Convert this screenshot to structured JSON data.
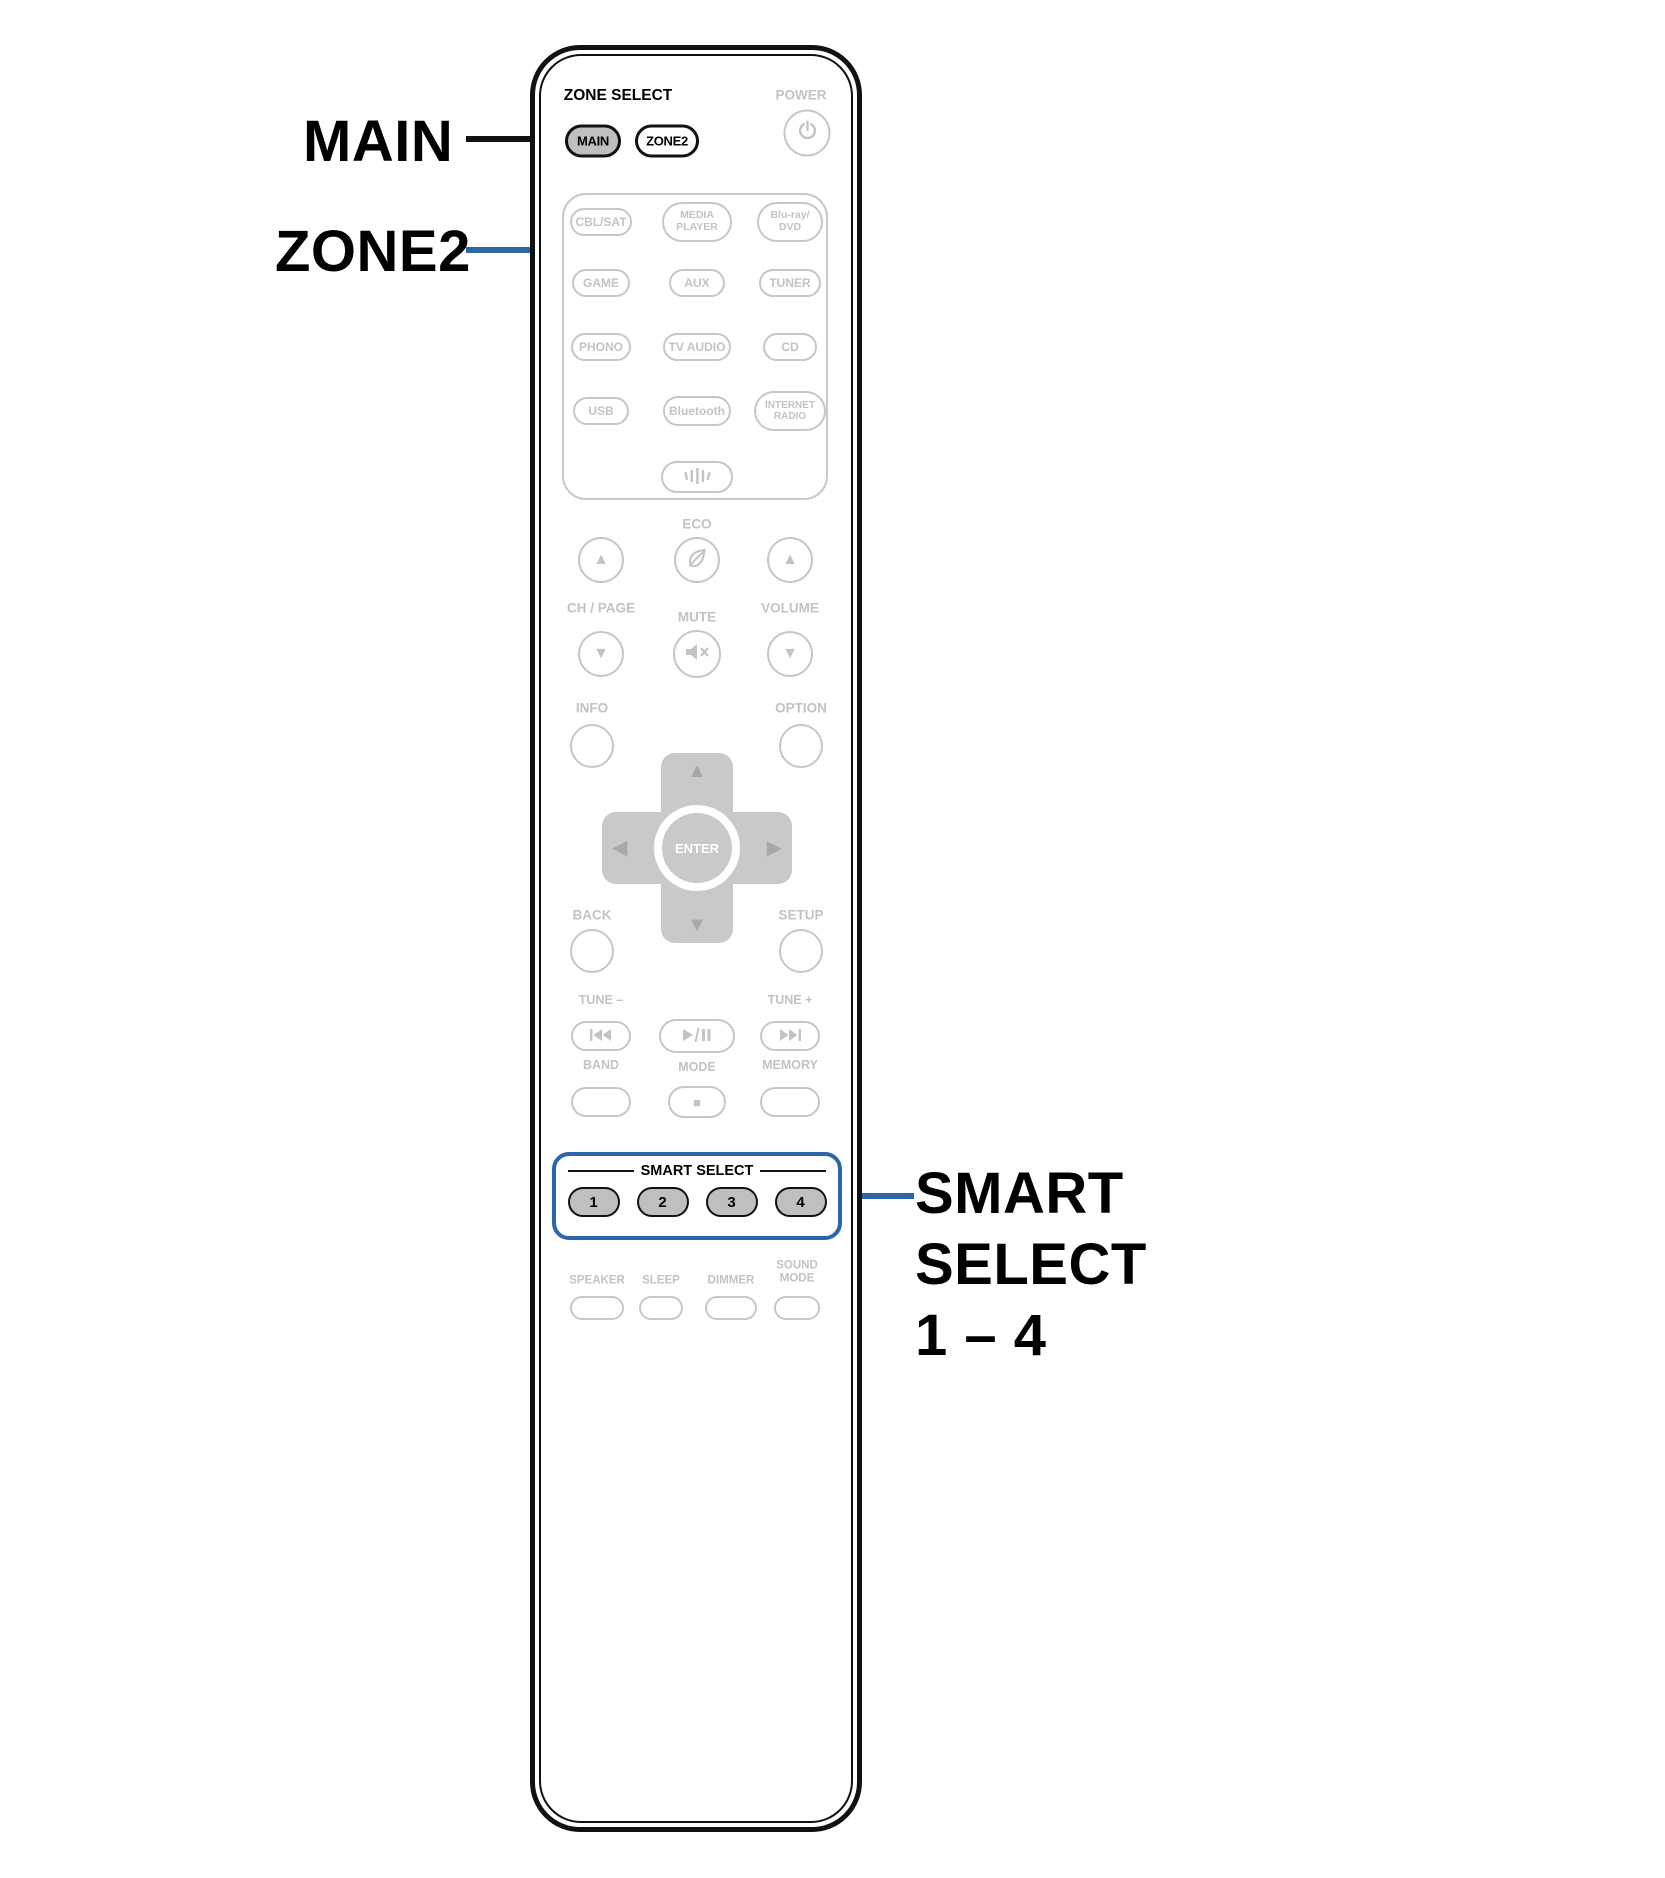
{
  "colors": {
    "accent_blue": "#2C65AA",
    "inactive_gray": "#C5C5C5",
    "highlight_black": "#000000"
  },
  "callouts": {
    "main_label": "MAIN",
    "zone2_label": "ZONE2",
    "smart_select_label": "SMART\nSELECT\n1 – 4"
  },
  "remote": {
    "zone_select_label": "ZONE SELECT",
    "power_label": "POWER",
    "main_button": "MAIN",
    "zone2_button": "ZONE2",
    "sources": [
      "CBL/SAT",
      "MEDIA\nPLAYER",
      "Blu-ray/\nDVD",
      "GAME",
      "AUX",
      "TUNER",
      "PHONO",
      "TV AUDIO",
      "CD",
      "USB",
      "Bluetooth",
      "INTERNET\nRADIO"
    ],
    "eco_label": "ECO",
    "ch_page_label": "CH / PAGE",
    "mute_label": "MUTE",
    "volume_label": "VOLUME",
    "info_label": "INFO",
    "option_label": "OPTION",
    "enter_label": "ENTER",
    "back_label": "BACK",
    "setup_label": "SETUP",
    "tune_minus_label": "TUNE –",
    "tune_plus_label": "TUNE +",
    "band_label": "BAND",
    "mode_label": "MODE",
    "memory_label": "MEMORY",
    "smart_select": {
      "label": "SMART SELECT",
      "buttons": [
        "1",
        "2",
        "3",
        "4"
      ]
    },
    "speaker_label": "SPEAKER",
    "sleep_label": "SLEEP",
    "dimmer_label": "DIMMER",
    "sound_mode_label": "SOUND\nMODE"
  },
  "icons": {
    "power": "power-symbol",
    "eco_leaf": "leaf",
    "mute_speaker": "speaker-with-x",
    "eq_bars": "equalizer-bars",
    "arrow_up": "▲",
    "arrow_down": "▼",
    "dpad_up": "▲",
    "dpad_down": "▼",
    "dpad_left": "◀",
    "dpad_right": "▶",
    "skip_back": "prev-track",
    "play_pause": "play-pause",
    "skip_forward": "next-track",
    "stop": "■"
  }
}
